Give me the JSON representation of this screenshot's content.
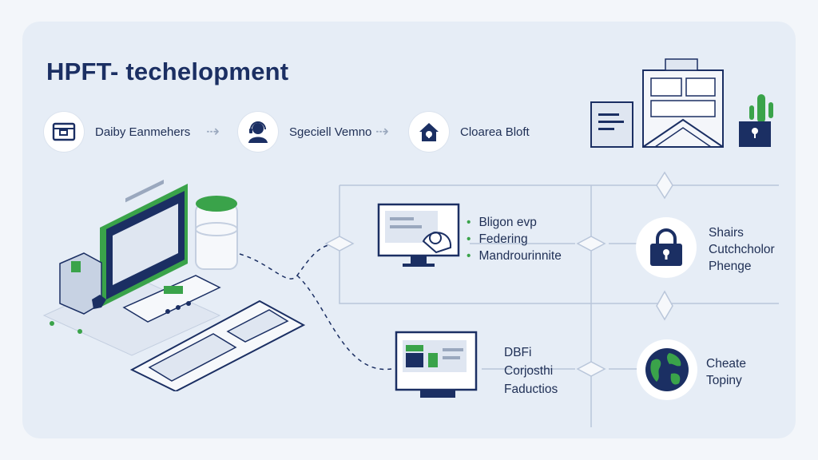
{
  "title": "HPFT- techelopment",
  "steps": [
    {
      "label": "Daiby Eanmehers",
      "icon": "window-icon"
    },
    {
      "label": "Sgeciell Vemno",
      "icon": "user-headset-icon"
    },
    {
      "label": "Cloarea Bloft",
      "icon": "house-lock-icon"
    }
  ],
  "middle_panel": {
    "items": [
      "Bligon evp",
      "Federing",
      "Mandrourinnite"
    ]
  },
  "security_node": {
    "lines": [
      "Shairs",
      "Cutchcholor",
      "Phenge"
    ]
  },
  "dbfi_node": {
    "lines": [
      "DBFi",
      "Corjosthi",
      "Faductios"
    ]
  },
  "globe_node": {
    "lines": [
      "Cheate",
      "Topiny"
    ]
  },
  "colors": {
    "navy": "#1b2f63",
    "green": "#3aa34a",
    "panel": "#e6edf6",
    "line": "#9aa8be"
  }
}
